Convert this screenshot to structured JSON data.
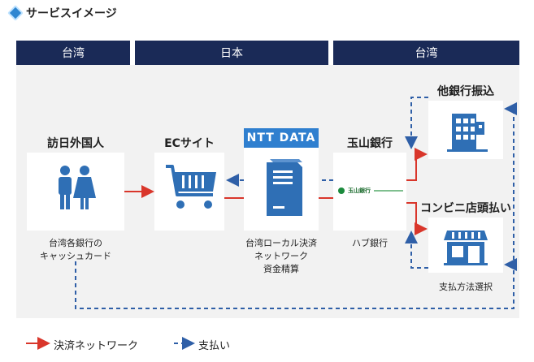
{
  "header": {
    "title": "サービスイメージ"
  },
  "regions": {
    "left": "台湾",
    "center": "日本",
    "right": "台湾"
  },
  "nodes": {
    "visitor": {
      "label": "訪日外国人",
      "caption_line1": "台湾各銀行の",
      "caption_line2": "キャッシュカード"
    },
    "ec": {
      "label": "ECサイト"
    },
    "ntt": {
      "label": "NTT DATA",
      "caption_line1": "台湾ローカル決済",
      "caption_line2": "ネットワーク",
      "caption_line3": "資金精算"
    },
    "bank": {
      "label": "玉山銀行",
      "logo_text": "玉山銀行",
      "caption": "ハブ銀行"
    },
    "other_banks": {
      "label": "他銀行振込"
    },
    "convenience": {
      "label": "コンビニ店頭払い"
    },
    "payment": {
      "caption": "支払方法選択"
    }
  },
  "legend": {
    "settlement": "決済ネットワーク",
    "payment": "支払い"
  },
  "colors": {
    "settlement_arrow": "#d9362b",
    "payment_arrow": "#2f5fa7",
    "icon_blue": "#2f6fb5",
    "banner_navy": "#1a2a57"
  }
}
